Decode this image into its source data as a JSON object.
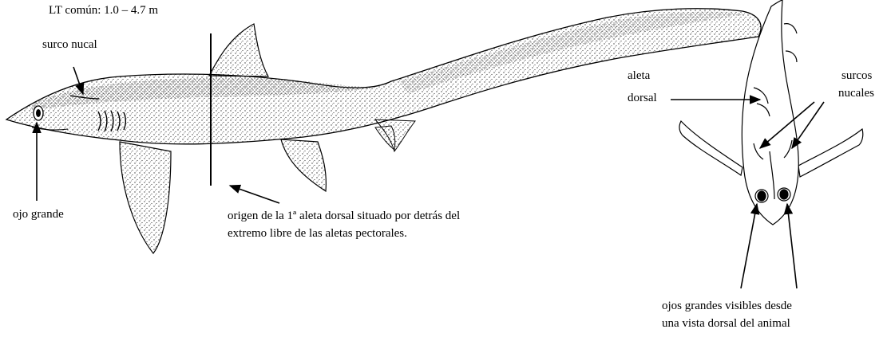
{
  "labels": {
    "total_length": "LT común: 1.0 – 4.7 m",
    "nuchal_groove": "surco nucal",
    "large_eye": "ojo grande",
    "dorsal_origin_line1": "origen de la 1ª aleta dorsal situado por detrás del",
    "dorsal_origin_line2": "extremo libre de las aletas pectorales.",
    "dorsal_fin_line1": "aleta",
    "dorsal_fin_line2": "dorsal",
    "nuchal_grooves_line1": "surcos",
    "nuchal_grooves_line2": "nucales",
    "dorsal_eyes_line1": "ojos grandes visibles desde",
    "dorsal_eyes_line2": "una vista dorsal del animal"
  },
  "colors": {
    "ink": "#000000",
    "shading": "#5a5a5a",
    "background": "#ffffff"
  }
}
